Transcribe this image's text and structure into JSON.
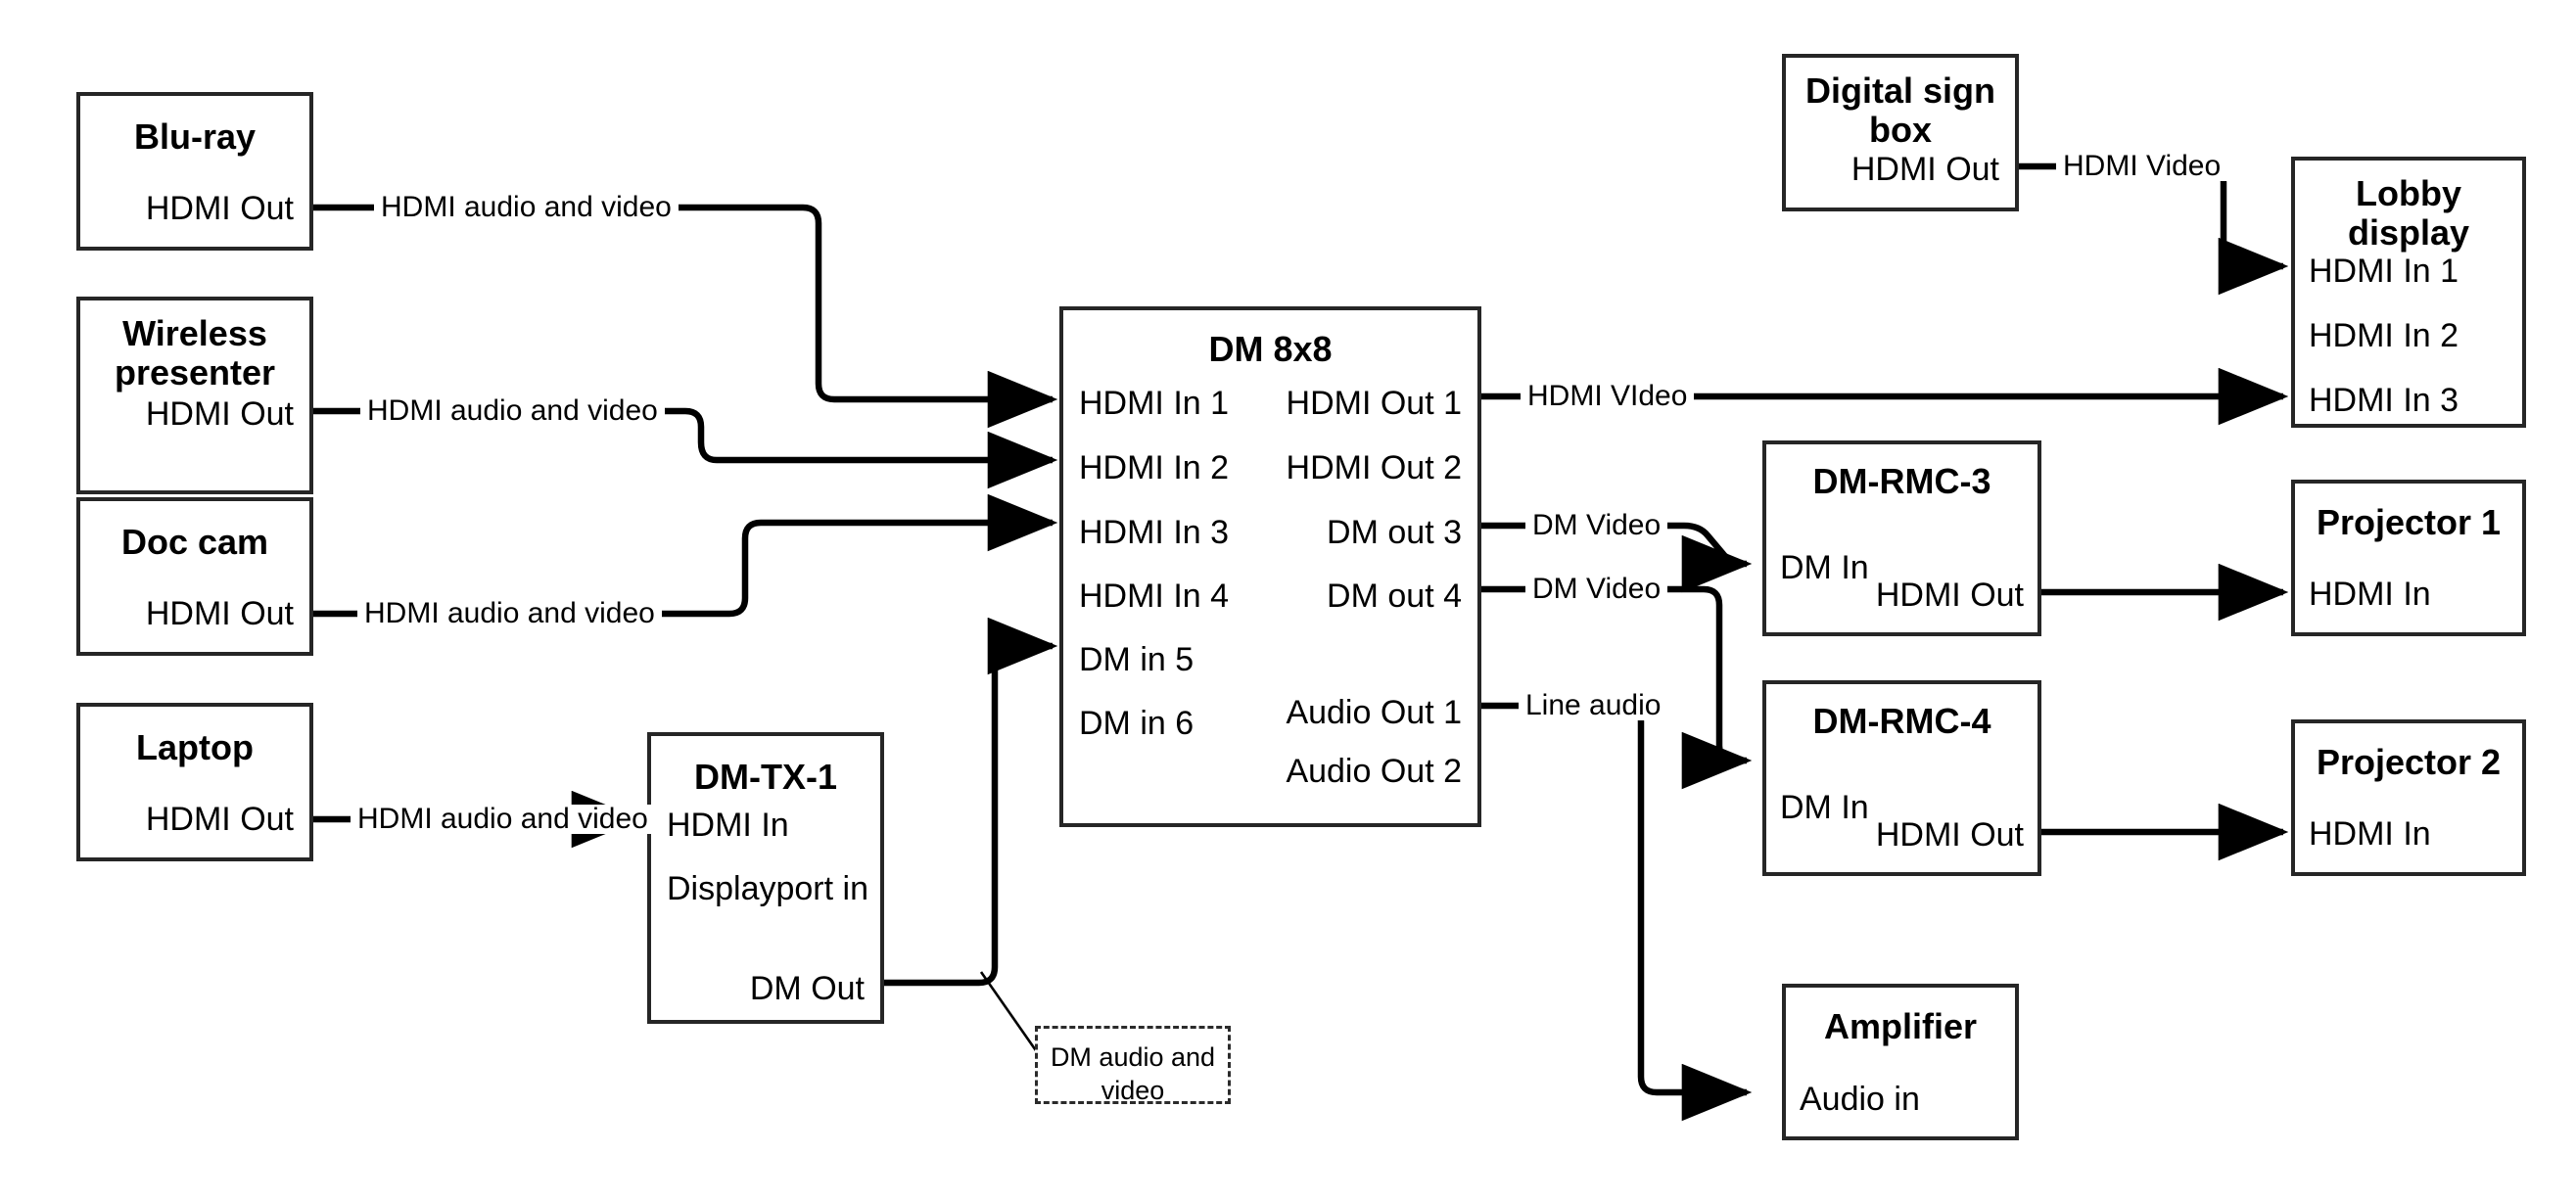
{
  "diagram": {
    "title": "AV signal flow diagram",
    "line_color": "#000000",
    "box_border_color": "#262626"
  },
  "nodes": [
    {
      "id": "bluray",
      "title": "Blu-ray",
      "ports": [
        {
          "label": "HDMI Out",
          "align": "right"
        }
      ]
    },
    {
      "id": "wireless",
      "title": "Wireless\npresenter",
      "ports": [
        {
          "label": "HDMI Out",
          "align": "right"
        }
      ]
    },
    {
      "id": "doccam",
      "title": "Doc cam",
      "ports": [
        {
          "label": "HDMI Out",
          "align": "right"
        }
      ]
    },
    {
      "id": "laptop",
      "title": "Laptop",
      "ports": [
        {
          "label": "HDMI Out",
          "align": "right"
        }
      ]
    },
    {
      "id": "dmtx1",
      "title": "DM-TX-1",
      "ports": [
        {
          "label": "HDMI In",
          "align": "left"
        },
        {
          "label": "Displayport in",
          "align": "left"
        },
        {
          "label": "DM Out",
          "align": "right"
        }
      ]
    },
    {
      "id": "dm8x8",
      "title": "DM 8x8",
      "inputs": [
        "HDMI In 1",
        "HDMI In 2",
        "HDMI In 3",
        "HDMI In 4",
        "DM in 5",
        "DM in 6"
      ],
      "outputs": [
        "HDMI Out 1",
        "HDMI Out 2",
        "DM out 3",
        "DM out 4",
        "Audio Out 1",
        "Audio Out 2"
      ]
    },
    {
      "id": "digitalsign",
      "title": "Digital sign\nbox",
      "ports": [
        {
          "label": "HDMI Out",
          "align": "right"
        }
      ]
    },
    {
      "id": "lobbydisplay",
      "title": "Lobby\ndisplay",
      "ports": [
        {
          "label": "HDMI In 1",
          "align": "left"
        },
        {
          "label": "HDMI In 2",
          "align": "left"
        },
        {
          "label": "HDMI In 3",
          "align": "left"
        }
      ]
    },
    {
      "id": "dmrmc3",
      "title": "DM-RMC-3",
      "ports": [
        {
          "label": "DM In",
          "align": "left"
        },
        {
          "label": "HDMI Out",
          "align": "right"
        }
      ]
    },
    {
      "id": "dmrmc4",
      "title": "DM-RMC-4",
      "ports": [
        {
          "label": "DM In",
          "align": "left"
        },
        {
          "label": "HDMI Out",
          "align": "right"
        }
      ]
    },
    {
      "id": "projector1",
      "title": "Projector 1",
      "ports": [
        {
          "label": "HDMI In",
          "align": "left"
        }
      ]
    },
    {
      "id": "projector2",
      "title": "Projector 2",
      "ports": [
        {
          "label": "HDMI In",
          "align": "left"
        }
      ]
    },
    {
      "id": "amplifier",
      "title": "Amplifier",
      "ports": [
        {
          "label": "Audio in",
          "align": "left"
        }
      ]
    },
    {
      "id": "dmnote",
      "title": "",
      "note": "DM audio and\nvideo",
      "style": "dashed"
    }
  ],
  "edges": [
    {
      "id": "e1",
      "from": "bluray.HDMI Out",
      "to": "dm8x8.HDMI In 1",
      "label": "HDMI audio and video"
    },
    {
      "id": "e2",
      "from": "wireless.HDMI Out",
      "to": "dm8x8.HDMI In 2",
      "label": "HDMI audio and video"
    },
    {
      "id": "e3",
      "from": "doccam.HDMI Out",
      "to": "dm8x8.HDMI In 3",
      "label": "HDMI audio and video"
    },
    {
      "id": "e4",
      "from": "laptop.HDMI Out",
      "to": "dmtx1.HDMI In",
      "label": "HDMI audio and video"
    },
    {
      "id": "e5",
      "from": "dmtx1.DM Out",
      "to": "dm8x8.DM in 5",
      "label": "DM audio and video"
    },
    {
      "id": "e6",
      "from": "dm8x8.HDMI Out 1",
      "to": "lobbydisplay.HDMI In 3",
      "label": "HDMI VIdeo"
    },
    {
      "id": "e7",
      "from": "dm8x8.DM out 3",
      "to": "dmrmc3.DM In",
      "label": "DM Video"
    },
    {
      "id": "e8",
      "from": "dm8x8.DM out 4",
      "to": "dmrmc4.DM In",
      "label": "DM Video"
    },
    {
      "id": "e9",
      "from": "dm8x8.Audio Out 1",
      "to": "amplifier.Audio in",
      "label": "Line audio"
    },
    {
      "id": "e10",
      "from": "digitalsign.HDMI Out",
      "to": "lobbydisplay.HDMI In 1",
      "label": "HDMI Video"
    },
    {
      "id": "e11",
      "from": "dmrmc3.HDMI Out",
      "to": "projector1.HDMI In",
      "label": ""
    },
    {
      "id": "e12",
      "from": "dmrmc4.HDMI Out",
      "to": "projector2.HDMI In",
      "label": ""
    }
  ],
  "labels": {
    "hdmi_av": "HDMI audio and video",
    "hdmi_video_caps": "HDMI VIdeo",
    "hdmi_video": "HDMI Video",
    "dm_video": "DM Video",
    "line_audio": "Line audio",
    "dm_note_line1": "DM audio and",
    "dm_note_line2": "video"
  }
}
